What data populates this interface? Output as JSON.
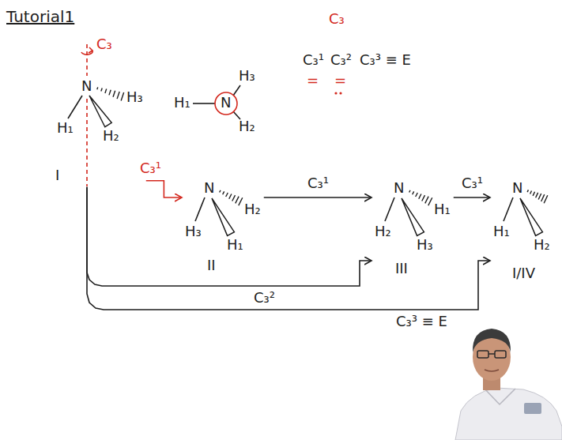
{
  "diagram": {
    "title": "Tutorial1",
    "nodes": [
      {
        "text": [
          "N",
          "H₁",
          "H₃",
          "H₂",
          "I"
        ]
      },
      {
        "text": [
          "H₁",
          "N",
          "H₃",
          "H₂"
        ]
      },
      {
        "text": [
          "N",
          "H₃",
          "H₂",
          "H₁",
          "II"
        ]
      },
      {
        "text": [
          "N",
          "H₂",
          "H₁",
          "H₃",
          "III"
        ]
      },
      {
        "text": [
          "N",
          "H₁",
          "H₂",
          "I/IV"
        ]
      }
    ],
    "edges": [
      {
        "from": 0,
        "to": 2,
        "label": "C₃¹",
        "arrow": "to"
      },
      {
        "from": 2,
        "to": 3,
        "label": "C₃¹",
        "arrow": "to"
      },
      {
        "from": 3,
        "to": 4,
        "label": "C₃¹",
        "arrow": "to"
      },
      {
        "from": 0,
        "to": 3,
        "label": "C₃²",
        "arrow": "to"
      },
      {
        "from": 0,
        "to": 4,
        "label": "C₃³ ≡ E",
        "arrow": "to"
      }
    ],
    "labels": [
      "C₃",
      "C₃",
      "C₃¹",
      "C₃²",
      "C₃³ ≡ E",
      "=",
      "="
    ]
  }
}
